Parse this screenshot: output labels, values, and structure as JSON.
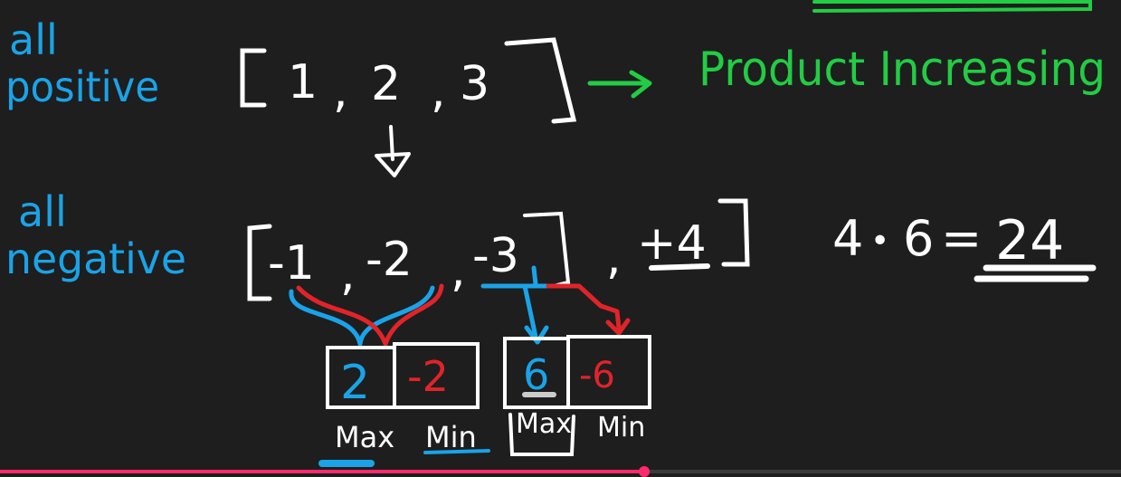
{
  "colors": {
    "background": "#1e1e1e",
    "white": "#ffffff",
    "blue": "#1aa3e8",
    "green": "#22cc44",
    "red": "#e0242a",
    "progress": "#ff2a6d"
  },
  "labels": {
    "all_positive_1": "all",
    "all_positive_2": "positive",
    "all_negative_1": "all",
    "all_negative_2": "negative",
    "product_increasing": "Product Increasing"
  },
  "arrays": {
    "positive": {
      "open": "[",
      "close": "]",
      "items": [
        "1",
        ",",
        "2",
        ",",
        "3"
      ]
    },
    "negative": {
      "open": "[",
      "close": "]",
      "items": [
        "-1",
        ",",
        "-2",
        ",",
        "-3",
        ",",
        "+4"
      ]
    }
  },
  "equation": {
    "lhs_a": "4",
    "dot": "•",
    "lhs_b": "6",
    "equals": "=",
    "result": "24"
  },
  "boxes": [
    {
      "max": "2",
      "min": "-2",
      "max_label": "Max",
      "min_label": "Min"
    },
    {
      "max": "6",
      "min": "-6",
      "max_label": "Max",
      "min_label": "Min"
    }
  ],
  "video": {
    "progress": 0.575
  }
}
